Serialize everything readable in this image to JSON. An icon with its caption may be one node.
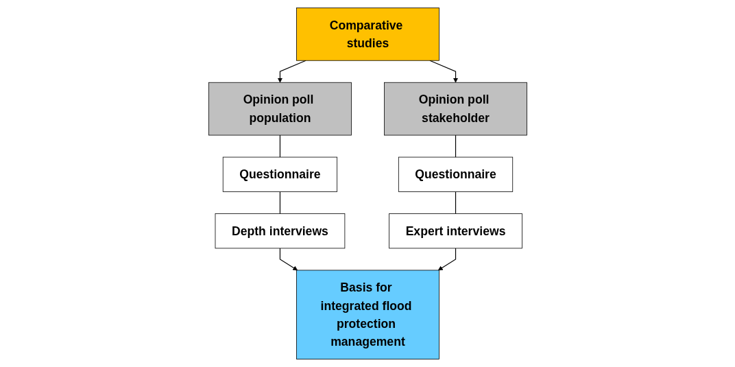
{
  "diagram": {
    "nodes": [
      {
        "text": [
          "Comparative studies"
        ]
      },
      {
        "text": [
          "Opinion poll population"
        ]
      },
      {
        "text": [
          "Opinion poll stakeholder"
        ]
      },
      {
        "text": [
          "Questionnaire"
        ]
      },
      {
        "text": [
          "Depth interviews"
        ]
      },
      {
        "text": [
          "Questionnaire"
        ]
      },
      {
        "text": [
          "Expert interviews"
        ]
      },
      {
        "text": [
          "Basis for integrated flood protection management"
        ]
      }
    ],
    "edges": [
      {
        "from": 0,
        "to": 1,
        "arrow": "to"
      },
      {
        "from": 0,
        "to": 2,
        "arrow": "to"
      },
      {
        "from": 1,
        "to": 3,
        "arrow": "none"
      },
      {
        "from": 3,
        "to": 4,
        "arrow": "none"
      },
      {
        "from": 2,
        "to": 5,
        "arrow": "none"
      },
      {
        "from": 5,
        "to": 6,
        "arrow": "none"
      },
      {
        "from": 4,
        "to": 7,
        "arrow": "to"
      },
      {
        "from": 6,
        "to": 7,
        "arrow": "to"
      }
    ]
  }
}
